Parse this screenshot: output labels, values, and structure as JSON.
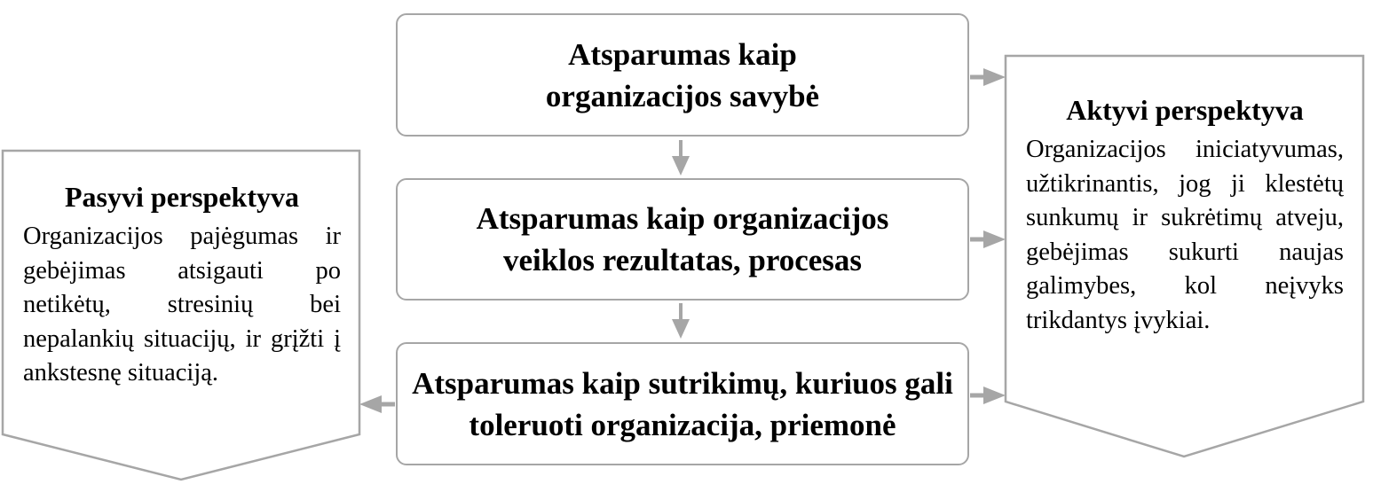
{
  "diagram": {
    "center_boxes": [
      {
        "text": "Atsparumas kaip organizacijos savybė"
      },
      {
        "text": "Atsparumas kaip organizacijos veiklos rezultatas, procesas"
      },
      {
        "text": "Atsparumas kaip sutrikimų, kuriuos gali toleruoti organizacija, priemonė"
      }
    ],
    "left_panel": {
      "title": "Pasyvi perspektyva",
      "body": "Organizacijos pajėgumas ir gebėjimas atsigauti po netikėtų, stresinių bei nepalankių situacijų, ir grįžti į ankstesnę situaciją."
    },
    "right_panel": {
      "title": "Aktyvi perspektyva",
      "body": "Organizacijos iniciatyvumas, užtikrinantis, jog ji klestėtų sunkumų ir sukrėtimų atveju, gebėjimas sukurti naujas galimybes, kol neįvyks trikdantys įvykiai."
    },
    "colors": {
      "border": "#a6a6a6",
      "arrow": "#a6a6a6",
      "text": "#000000"
    }
  }
}
